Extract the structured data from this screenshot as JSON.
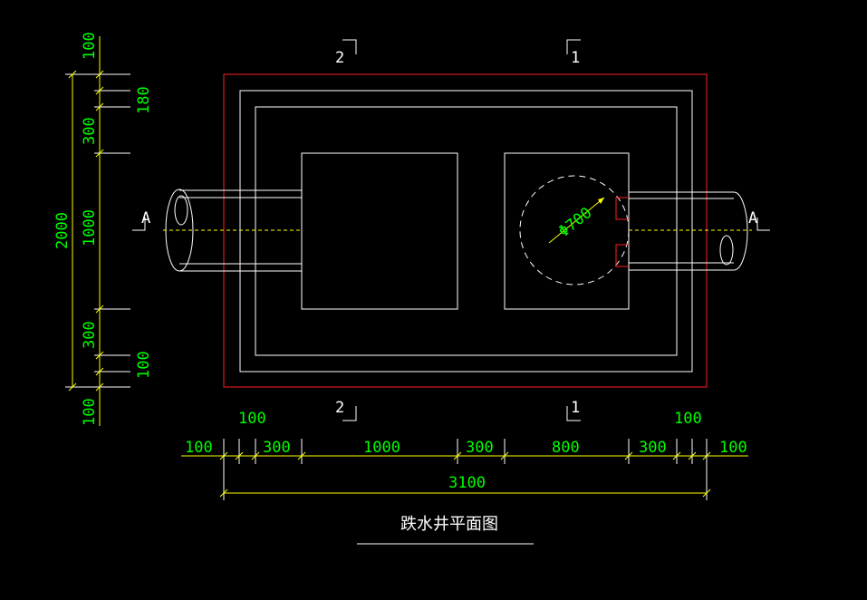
{
  "title": "跌水井平面图",
  "section_marks": {
    "top_left": "2",
    "top_right": "1",
    "bottom_left": "2",
    "bottom_right": "1",
    "left": "A",
    "right": "A"
  },
  "pipe_label": "Φ700",
  "bottom_dims": {
    "upper_left": "100",
    "upper_right": "100",
    "row": [
      "100",
      "300",
      "1000",
      "300",
      "800",
      "300",
      "100"
    ],
    "total": "3100"
  },
  "left_dims": {
    "total": "2000",
    "chain": [
      "100",
      "300",
      "1000",
      "300",
      "100"
    ],
    "inner": [
      "180",
      "100"
    ]
  },
  "colors": {
    "background": "#000000",
    "dimension": "#00ff00",
    "dimension_line": "#ffff00",
    "outline": "#ffffff",
    "border": "#ff2020"
  }
}
